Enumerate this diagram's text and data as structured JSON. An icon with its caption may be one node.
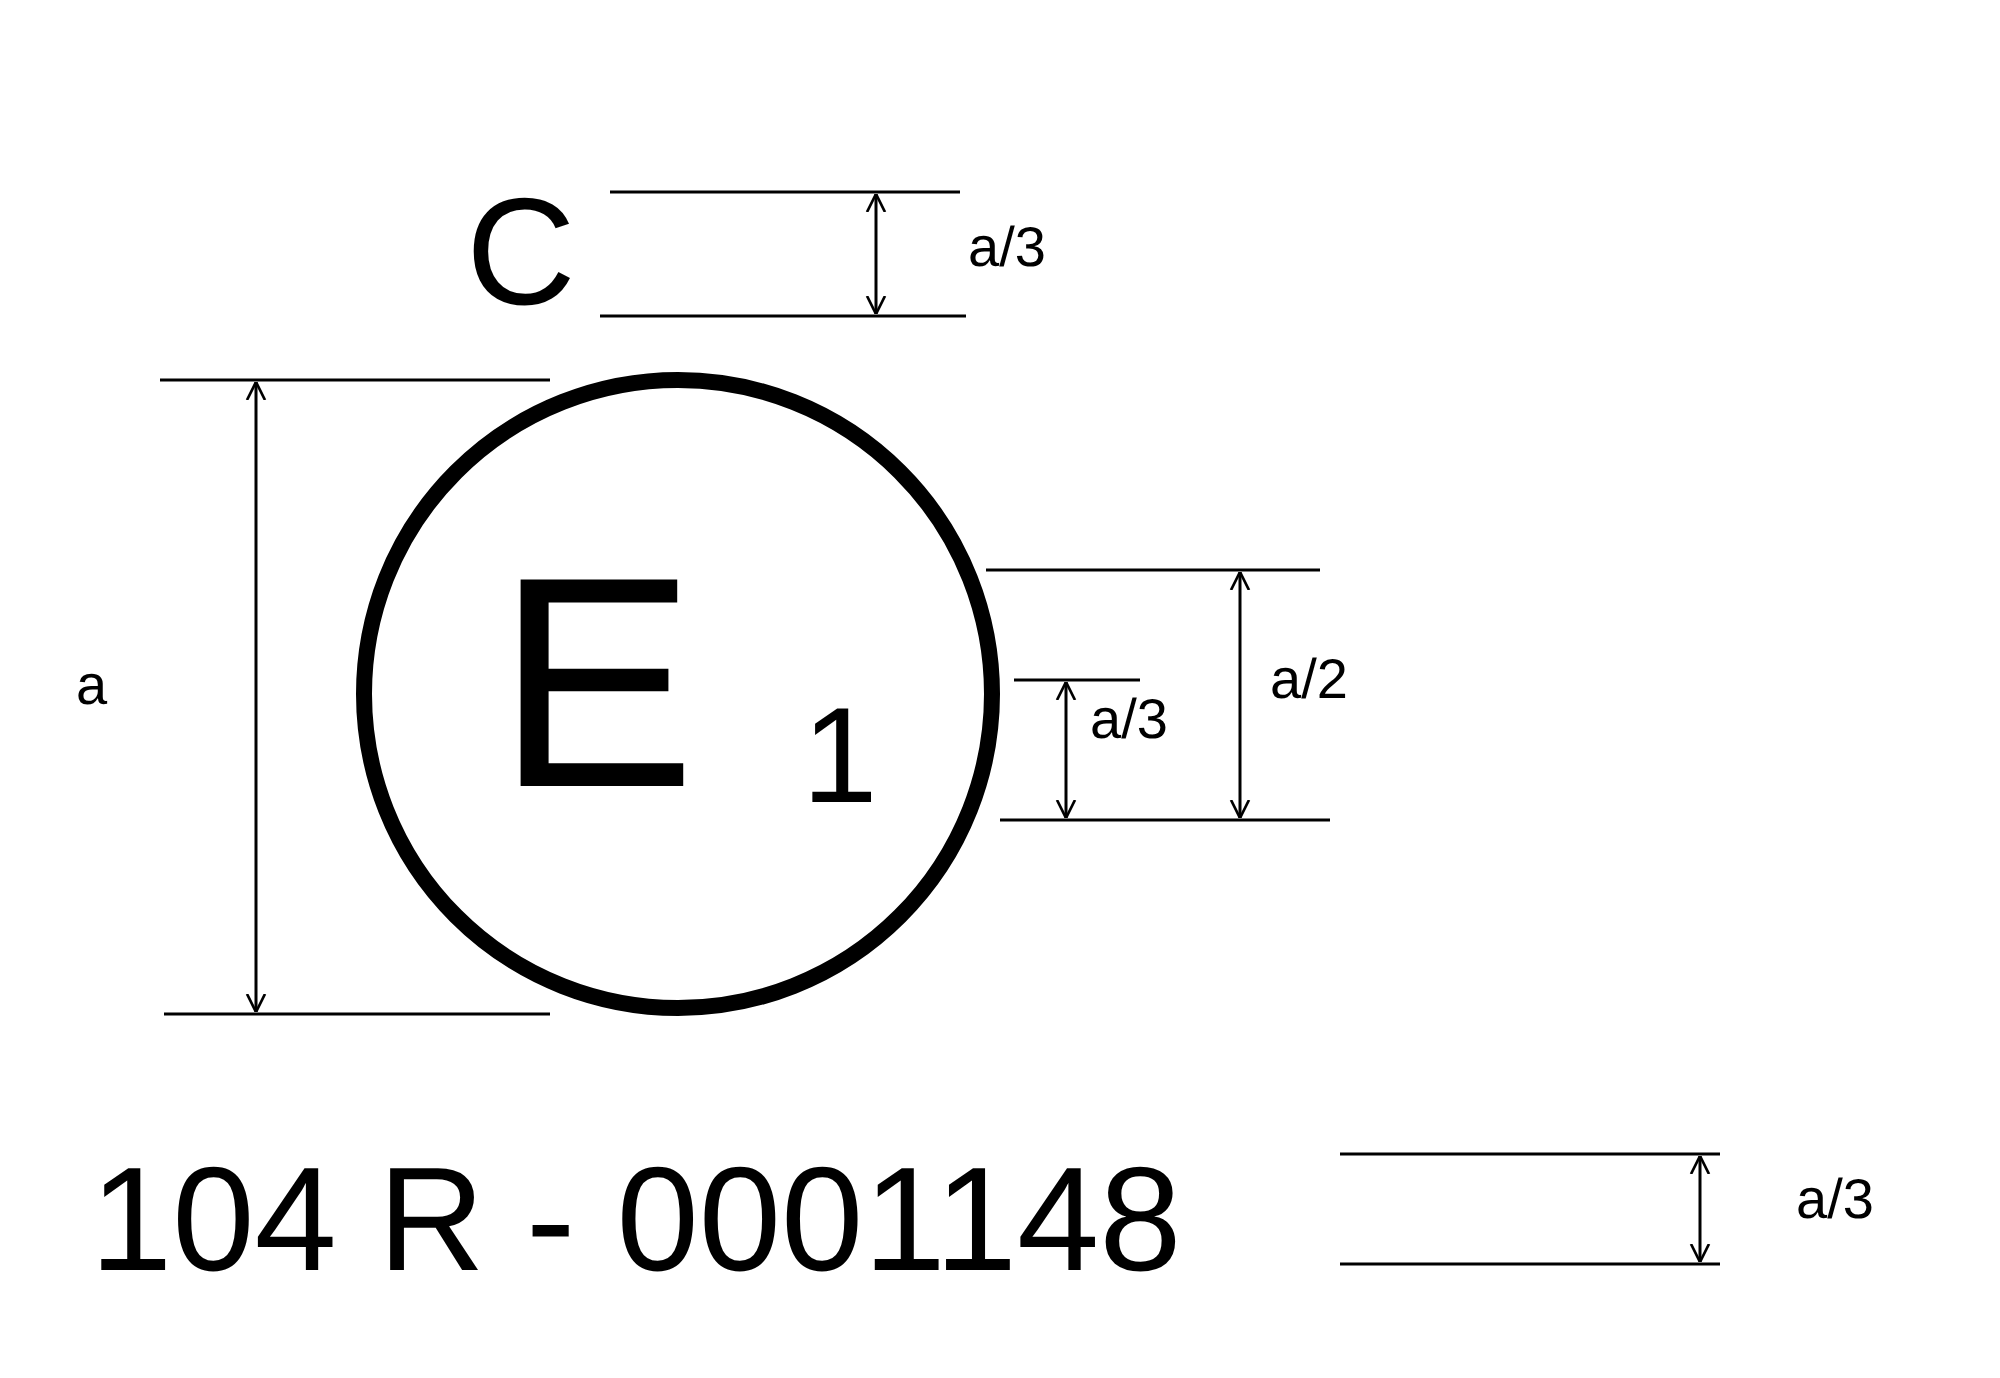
{
  "diagram": {
    "nodes": [
      {
        "text": [
          "E",
          "1"
        ]
      }
    ],
    "labels": [
      "C",
      "a/3",
      "a",
      "a/2",
      "a/3",
      "104 R - 0001148",
      "a/3"
    ]
  }
}
